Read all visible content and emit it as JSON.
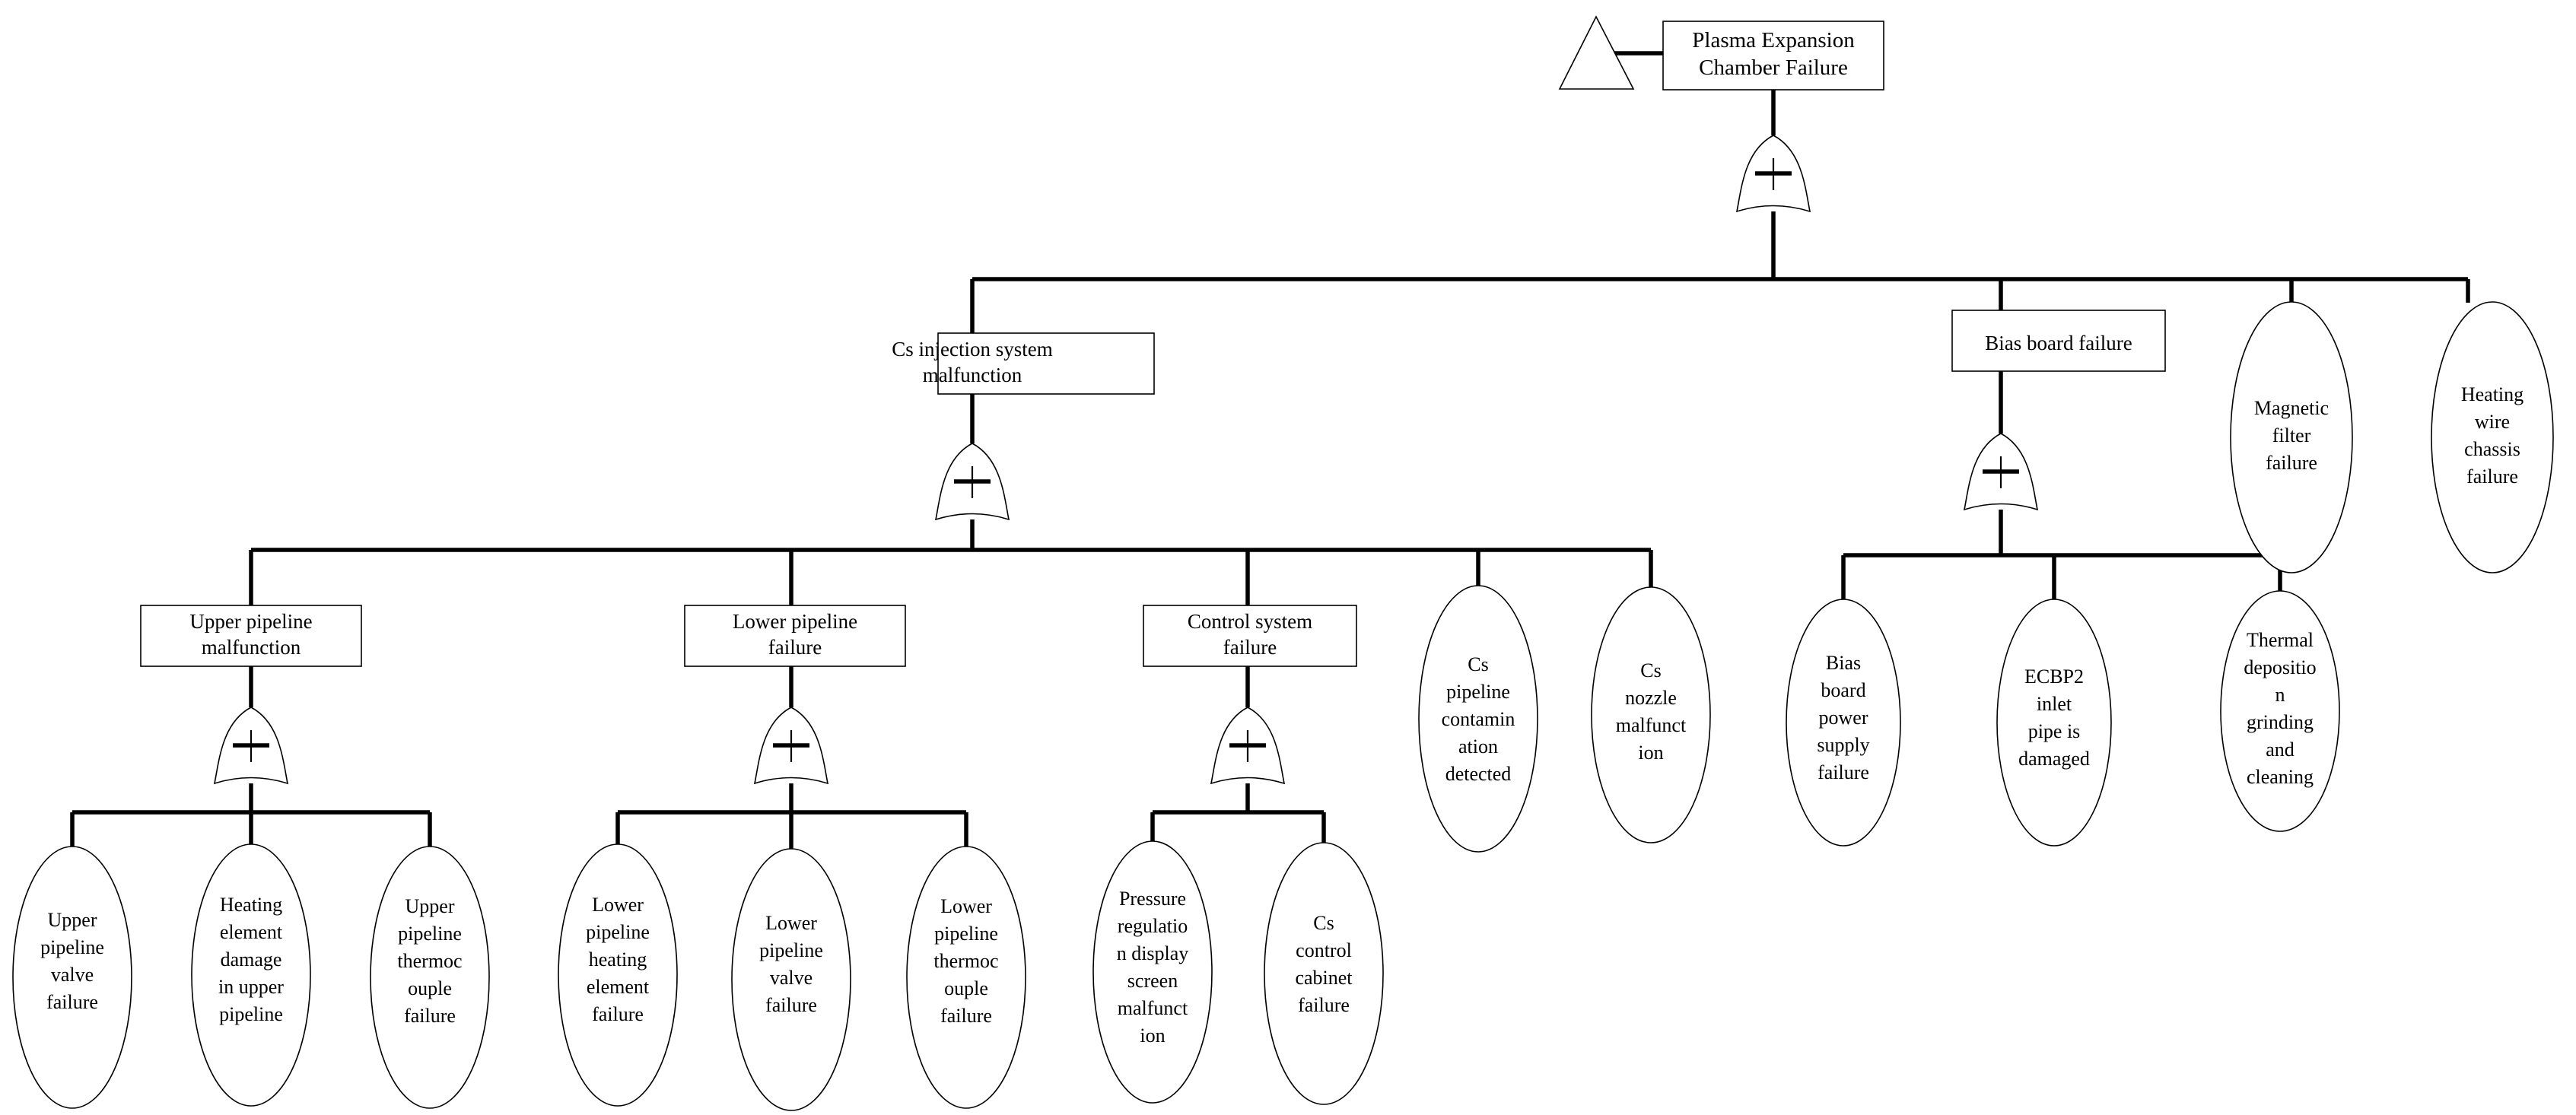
{
  "diagram": {
    "type": "fault-tree",
    "gate_symbol": "+",
    "gate_type": "OR",
    "colors": {
      "stroke": "#000000",
      "fill": "#ffffff",
      "background": "#ffffff"
    }
  },
  "nodes": {
    "transfer_triangle": {
      "label": "",
      "shape": "triangle"
    },
    "top_event": {
      "shape": "rect",
      "lines": [
        "Plasma Expansion",
        "Chamber Failure"
      ]
    },
    "cs_injection": {
      "shape": "rect",
      "lines": [
        "Cs injection system",
        "malfunction"
      ]
    },
    "bias_board": {
      "shape": "rect",
      "lines": [
        "Bias board failure"
      ]
    },
    "magnetic_filter": {
      "shape": "ellipse",
      "lines": [
        "Magnetic",
        "filter",
        "failure"
      ]
    },
    "heating_wire_chassis": {
      "shape": "ellipse",
      "lines": [
        "Heating",
        "wire",
        "chassis",
        "failure"
      ]
    },
    "upper_pipeline": {
      "shape": "rect",
      "lines": [
        "Upper pipeline",
        "malfunction"
      ]
    },
    "lower_pipeline": {
      "shape": "rect",
      "lines": [
        "Lower pipeline",
        "failure"
      ]
    },
    "control_system": {
      "shape": "rect",
      "lines": [
        "Control system",
        "failure"
      ]
    },
    "cs_pipeline_contamination": {
      "shape": "ellipse",
      "lines": [
        "Cs",
        "pipeline",
        "contamin",
        "ation",
        "detected"
      ]
    },
    "cs_nozzle": {
      "shape": "ellipse",
      "lines": [
        "Cs",
        "nozzle",
        "malfunct",
        "ion"
      ]
    },
    "bias_board_power": {
      "shape": "ellipse",
      "lines": [
        "Bias",
        "board",
        "power",
        "supply",
        "failure"
      ]
    },
    "ecbp2_inlet": {
      "shape": "ellipse",
      "lines": [
        "ECBP2",
        "inlet",
        "pipe is",
        "damaged"
      ]
    },
    "thermal_deposition": {
      "shape": "ellipse",
      "lines": [
        "Thermal",
        "depositio",
        "n",
        "grinding",
        "and",
        "cleaning"
      ]
    },
    "upper_valve": {
      "shape": "ellipse",
      "lines": [
        "Upper",
        "pipeline",
        "valve",
        "failure"
      ]
    },
    "upper_heating_element": {
      "shape": "ellipse",
      "lines": [
        "Heating",
        "element",
        "damage",
        "in upper",
        "pipeline"
      ]
    },
    "upper_thermocouple": {
      "shape": "ellipse",
      "lines": [
        "Upper",
        "pipeline",
        "thermoc",
        "ouple",
        "failure"
      ]
    },
    "lower_heating_element": {
      "shape": "ellipse",
      "lines": [
        "Lower",
        "pipeline",
        "heating",
        "element",
        "failure"
      ]
    },
    "lower_valve": {
      "shape": "ellipse",
      "lines": [
        "Lower",
        "pipeline",
        "valve",
        "failure"
      ]
    },
    "lower_thermocouple": {
      "shape": "ellipse",
      "lines": [
        "Lower",
        "pipeline",
        "thermoc",
        "ouple",
        "failure"
      ]
    },
    "pressure_display": {
      "shape": "ellipse",
      "lines": [
        "Pressure",
        "regulatio",
        "n display",
        "screen",
        "malfunct",
        "ion"
      ]
    },
    "cs_control_cabinet": {
      "shape": "ellipse",
      "lines": [
        "Cs",
        "control",
        "cabinet",
        "failure"
      ]
    }
  }
}
